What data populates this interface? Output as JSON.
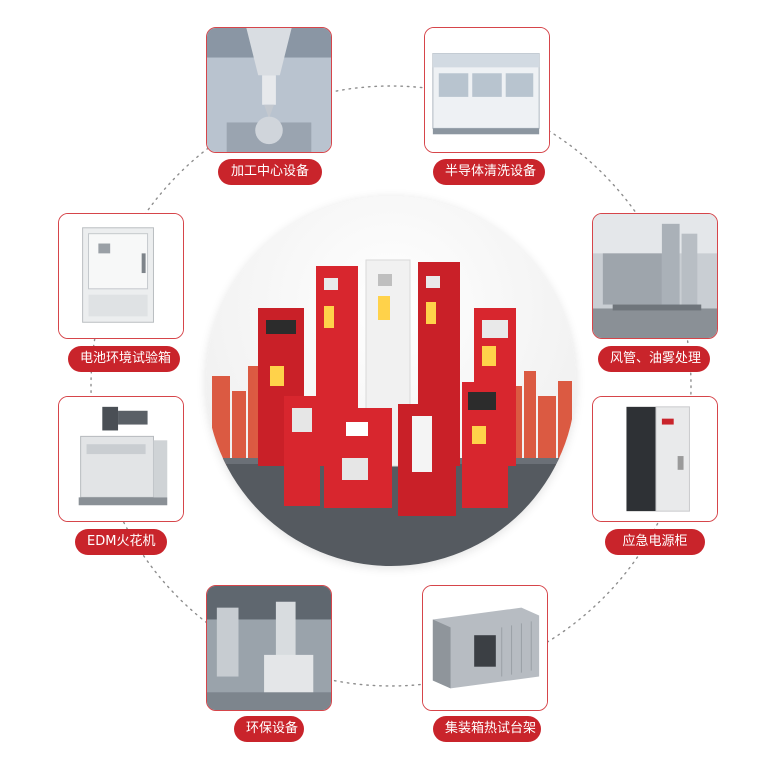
{
  "colors": {
    "accent": "#c9242b",
    "border": "#d6454a",
    "dotted_ring": "#8e8e8e"
  },
  "items": [
    {
      "label": "加工中心设备",
      "icon": "cnc-machining-photo"
    },
    {
      "label": "半导体清洗设备",
      "icon": "semiconductor-cleaning-photo"
    },
    {
      "label": "风管、油雾处理",
      "icon": "duct-oil-mist-photo"
    },
    {
      "label": "应急电源柜",
      "icon": "emergency-power-cabinet-photo"
    },
    {
      "label": "集装箱热试台架",
      "icon": "container-test-bench-photo"
    },
    {
      "label": "环保设备",
      "icon": "environmental-equipment-photo"
    },
    {
      "label": "EDM火花机",
      "icon": "edm-machine-photo"
    },
    {
      "label": "电池环境试验箱",
      "icon": "battery-test-chamber-photo"
    }
  ],
  "center": {
    "icon": "fire-control-cabinets-photo"
  }
}
